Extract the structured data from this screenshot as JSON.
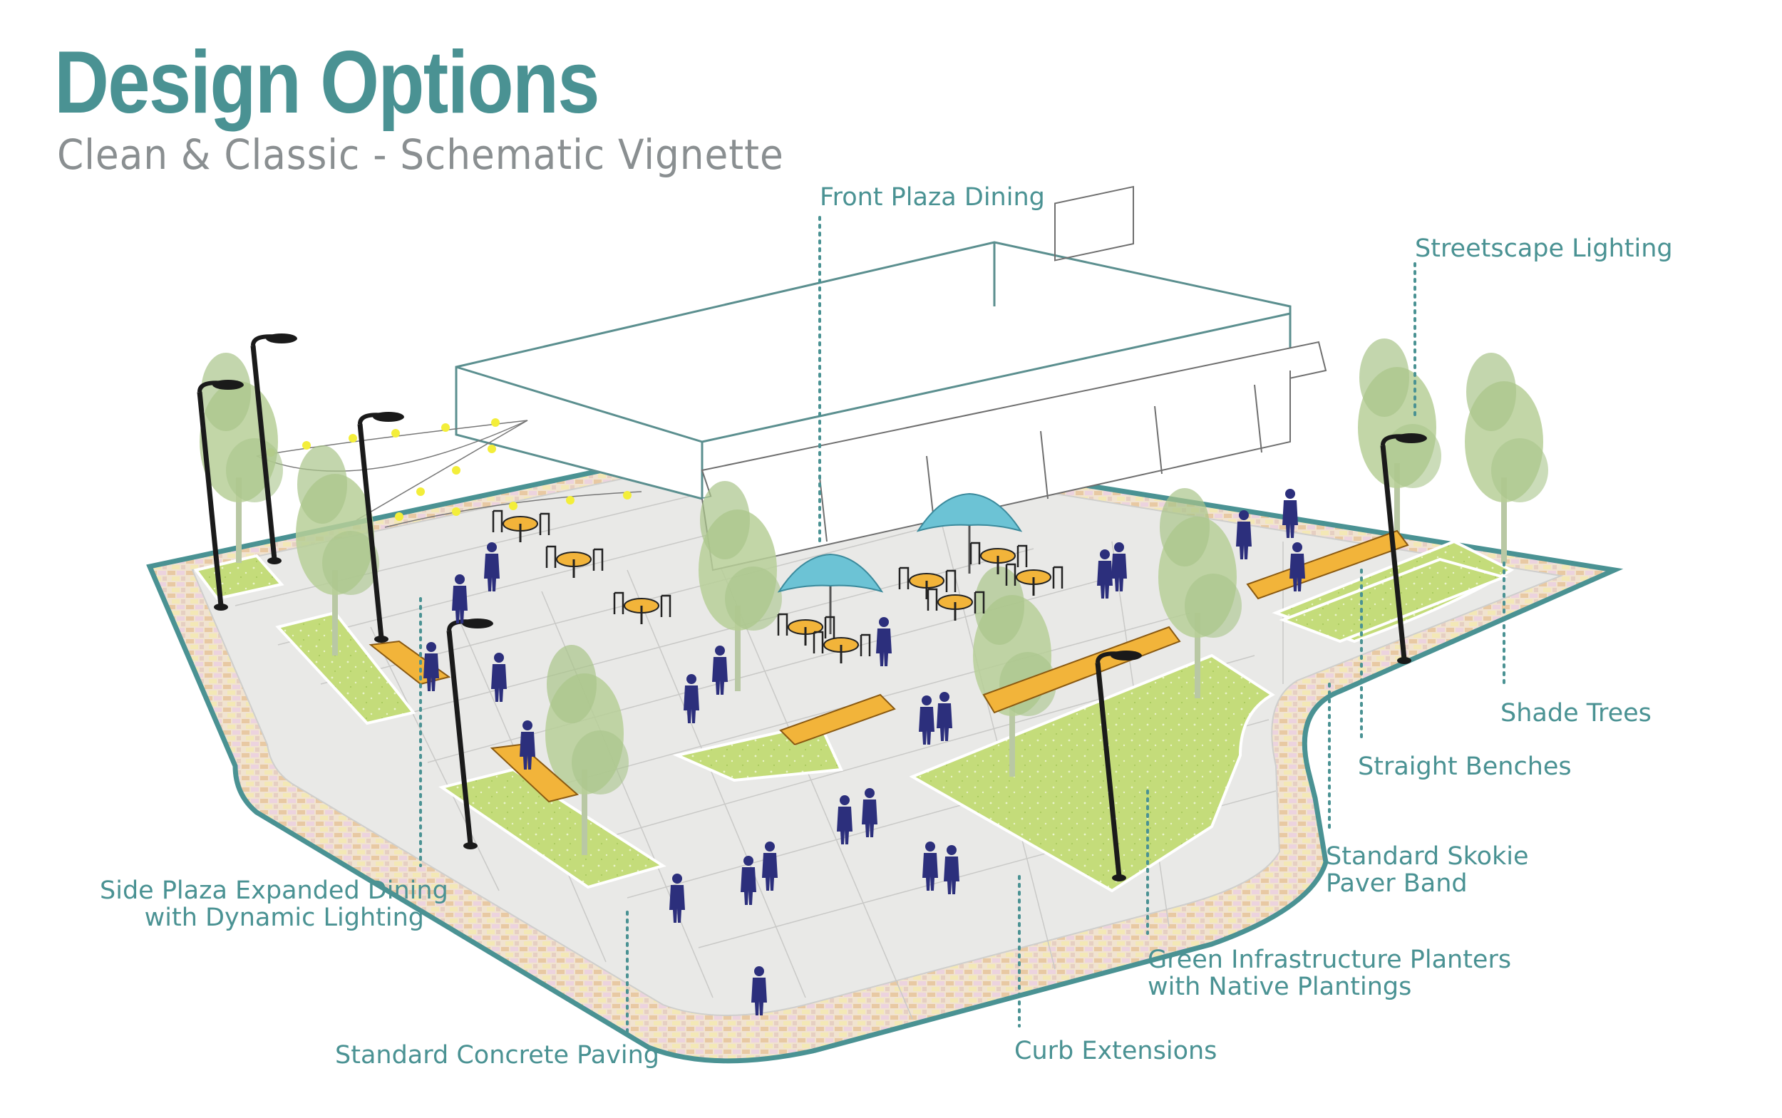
{
  "title": "Design Options",
  "subtitle": "Clean & Classic - Schematic Vignette",
  "labels": {
    "front_plaza_dining": "Front Plaza Dining",
    "streetscape_lighting": "Streetscape Lighting",
    "shade_trees": "Shade Trees",
    "straight_benches": "Straight Benches",
    "paver_band_line1": "Standard Skokie",
    "paver_band_line2": "Paver Band",
    "green_infra_line1": "Green Infrastructure Planters",
    "green_infra_line2": "with Native Plantings",
    "curb_extensions": "Curb Extensions",
    "concrete_paving": "Standard Concrete Paving",
    "side_plaza_line1": "Side Plaza Expanded Dining",
    "side_plaza_line2": "with Dynamic Lighting"
  },
  "colors": {
    "accent_teal": "#4a9293",
    "subtitle_gray": "#8a8f91",
    "planter_green": "#c4dc7a",
    "tree_green": "#b7cf98",
    "umbrella_blue": "#6cc3d5",
    "bench_orange": "#f2b43a",
    "people_navy": "#2c2f7c",
    "paving_gray": "#e9e9e7",
    "string_lights": "#f3ee3a"
  }
}
